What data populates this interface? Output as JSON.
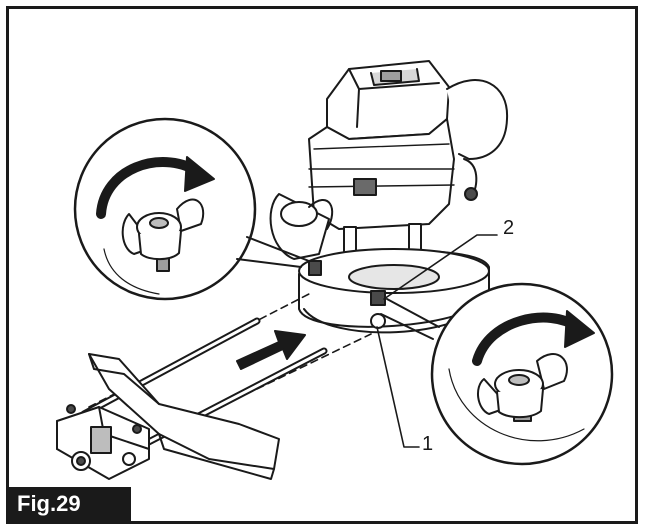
{
  "figure": {
    "label": "Fig.29",
    "callouts": [
      {
        "id": "1",
        "text": "1"
      },
      {
        "id": "2",
        "text": "2"
      }
    ]
  },
  "colors": {
    "ink": "#1a1a1a",
    "paper": "#ffffff",
    "shade": "#bdbdbd"
  }
}
